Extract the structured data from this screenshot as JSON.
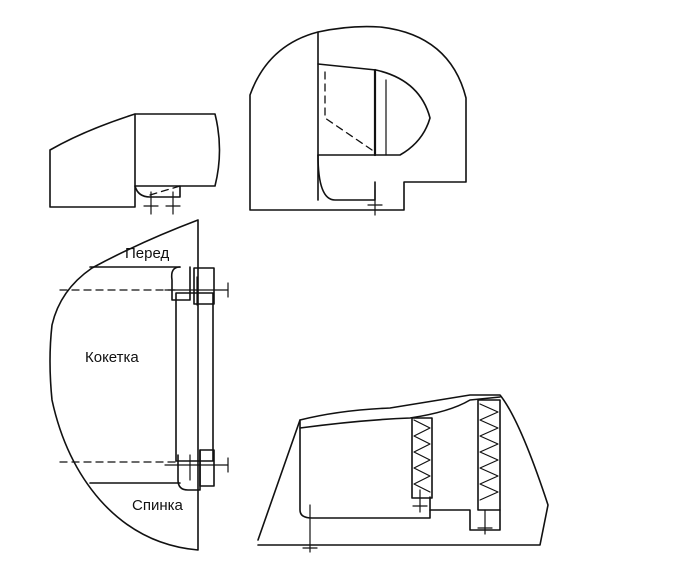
{
  "labels": {
    "front": "Перед",
    "yoke": "Кокетка",
    "back": "Спинка"
  },
  "colors": {
    "ink": "#111111",
    "paper": "#ffffff"
  }
}
